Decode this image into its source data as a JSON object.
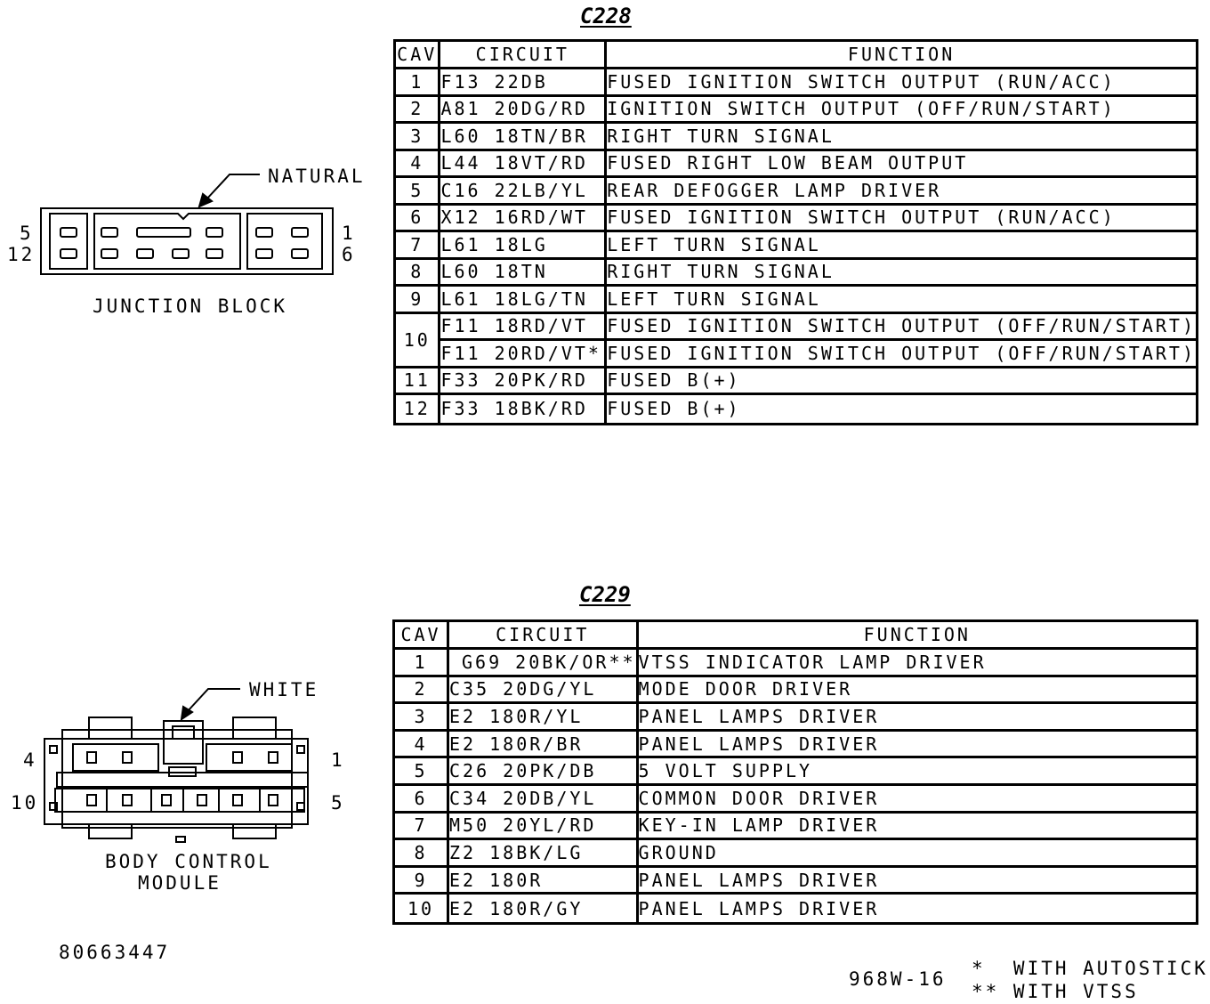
{
  "c228": {
    "title": "C228",
    "headers": {
      "cav": "CAV",
      "circuit": "CIRCUIT",
      "function": "FUNCTION"
    },
    "rows": [
      {
        "cav": "1",
        "circuit": "F13  22DB",
        "function": "FUSED IGNITION SWITCH OUTPUT (RUN/ACC)"
      },
      {
        "cav": "2",
        "circuit": "A81  20DG/RD",
        "function": "IGNITION SWITCH OUTPUT (OFF/RUN/START)"
      },
      {
        "cav": "3",
        "circuit": "L60  18TN/BR",
        "function": "RIGHT TURN SIGNAL"
      },
      {
        "cav": "4",
        "circuit": "L44  18VT/RD",
        "function": "FUSED RIGHT LOW BEAM OUTPUT"
      },
      {
        "cav": "5",
        "circuit": "C16  22LB/YL",
        "function": "REAR DEFOGGER LAMP DRIVER"
      },
      {
        "cav": "6",
        "circuit": "X12  16RD/WT",
        "function": "FUSED IGNITION SWITCH OUTPUT (RUN/ACC)"
      },
      {
        "cav": "7",
        "circuit": "L61  18LG",
        "function": "LEFT TURN SIGNAL"
      },
      {
        "cav": "8",
        "circuit": "L60  18TN",
        "function": "RIGHT TURN SIGNAL"
      },
      {
        "cav": "9",
        "circuit": "L61  18LG/TN",
        "function": "LEFT TURN SIGNAL"
      },
      {
        "cav": "10",
        "circuit": "F11  18RD/VT",
        "function": "FUSED IGNITION SWITCH OUTPUT (OFF/RUN/START)"
      },
      {
        "cav": "",
        "circuit": "F11  20RD/VT*",
        "function": "FUSED IGNITION SWITCH OUTPUT (OFF/RUN/START)"
      },
      {
        "cav": "11",
        "circuit": "F33  20PK/RD",
        "function": "FUSED B(+)"
      },
      {
        "cav": "12",
        "circuit": "F33  18BK/RD",
        "function": "FUSED B(+)"
      }
    ]
  },
  "c229": {
    "title": "C229",
    "headers": {
      "cav": "CAV",
      "circuit": "CIRCUIT",
      "function": "FUNCTION"
    },
    "rows": [
      {
        "cav": "1",
        "circuit": "G69  20BK/OR**",
        "function": "VTSS INDICATOR LAMP DRIVER"
      },
      {
        "cav": "2",
        "circuit": "C35  20DG/YL",
        "function": "MODE DOOR DRIVER"
      },
      {
        "cav": "3",
        "circuit": "E2  180R/YL",
        "function": "PANEL LAMPS DRIVER"
      },
      {
        "cav": "4",
        "circuit": "E2  180R/BR",
        "function": "PANEL LAMPS DRIVER"
      },
      {
        "cav": "5",
        "circuit": "C26  20PK/DB",
        "function": "5 VOLT SUPPLY"
      },
      {
        "cav": "6",
        "circuit": "C34  20DB/YL",
        "function": "COMMON DOOR DRIVER"
      },
      {
        "cav": "7",
        "circuit": "M50  20YL/RD",
        "function": "KEY-IN LAMP DRIVER"
      },
      {
        "cav": "8",
        "circuit": "Z2  18BK/LG",
        "function": "GROUND"
      },
      {
        "cav": "9",
        "circuit": "E2  180R",
        "function": "PANEL LAMPS DRIVER"
      },
      {
        "cav": "10",
        "circuit": "E2  180R/GY",
        "function": "PANEL LAMPS DRIVER"
      }
    ]
  },
  "junction_block": {
    "label": "JUNCTION BLOCK",
    "color_label": "NATURAL",
    "pin_labels": {
      "top_left": "5",
      "bottom_left": "12",
      "top_right": "1",
      "bottom_right": "6"
    }
  },
  "body_control_module": {
    "label_line1": "BODY CONTROL",
    "label_line2": "MODULE",
    "color_label": "WHITE",
    "pin_labels": {
      "top_left": "4",
      "bottom_left": "10",
      "top_right": "1",
      "bottom_right": "5"
    }
  },
  "part_number": "80663447",
  "figure_id": "968W-16",
  "footnotes": {
    "single": "*  WITH AUTOSTICK",
    "double": "** WITH VTSS"
  }
}
